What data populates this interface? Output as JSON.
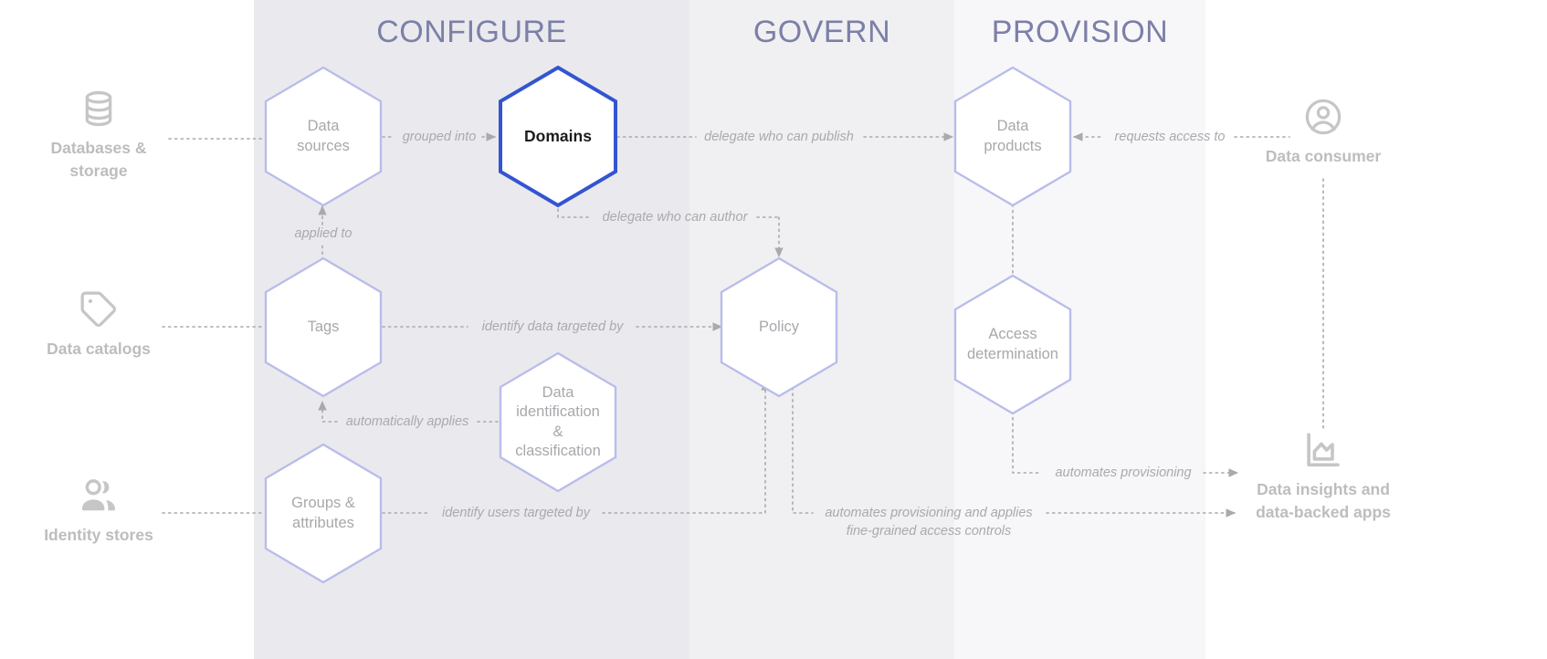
{
  "bands": [
    {
      "id": "configure",
      "title": "CONFIGURE"
    },
    {
      "id": "govern",
      "title": "GOVERN"
    },
    {
      "id": "provision",
      "title": "PROVISION"
    }
  ],
  "nodes": {
    "data_sources": {
      "label": "Data\nsources",
      "active": false
    },
    "domains": {
      "label": "Domains",
      "active": true
    },
    "data_products": {
      "label": "Data\nproducts",
      "active": false
    },
    "tags": {
      "label": "Tags",
      "active": false
    },
    "policy": {
      "label": "Policy",
      "active": false
    },
    "access_det": {
      "label": "Access\ndetermination",
      "active": false
    },
    "data_id_class": {
      "label": "Data\nidentification &\nclassification",
      "active": false
    },
    "groups_attrs": {
      "label": "Groups &\nattributes",
      "active": false
    }
  },
  "endpoints": {
    "databases": {
      "label": "Databases &\nstorage",
      "icon": "database-icon"
    },
    "catalogs": {
      "label": "Data catalogs",
      "icon": "tag-icon"
    },
    "identity": {
      "label": "Identity stores",
      "icon": "users-icon"
    },
    "consumer": {
      "label": "Data consumer",
      "icon": "user-circle-icon"
    },
    "insights": {
      "label": "Data insights and\ndata-backed apps",
      "icon": "chart-area-icon"
    }
  },
  "edges": {
    "grouped_into": "grouped into",
    "delegate_publish": "delegate who can publish",
    "requests_access": "requests access to",
    "delegate_author": "delegate who can author",
    "applied_to": "applied to",
    "identify_data": "identify data targeted by",
    "automatically_applies": "automatically applies",
    "identify_users": "identify users targeted by",
    "automates_provisioning": "automates provisioning",
    "automates_fine_grained": "automates provisioning and applies\nfine-grained access controls"
  },
  "colors": {
    "active_stroke": "#3355d1",
    "hex_stroke": "#b9bdea",
    "hex_fill": "#ffffff",
    "wire": "#a9a9ae",
    "band_1": "#eaeaee",
    "band_2": "#f0f0f2",
    "band_3": "#f7f7f9",
    "title": "#7c80a8"
  }
}
